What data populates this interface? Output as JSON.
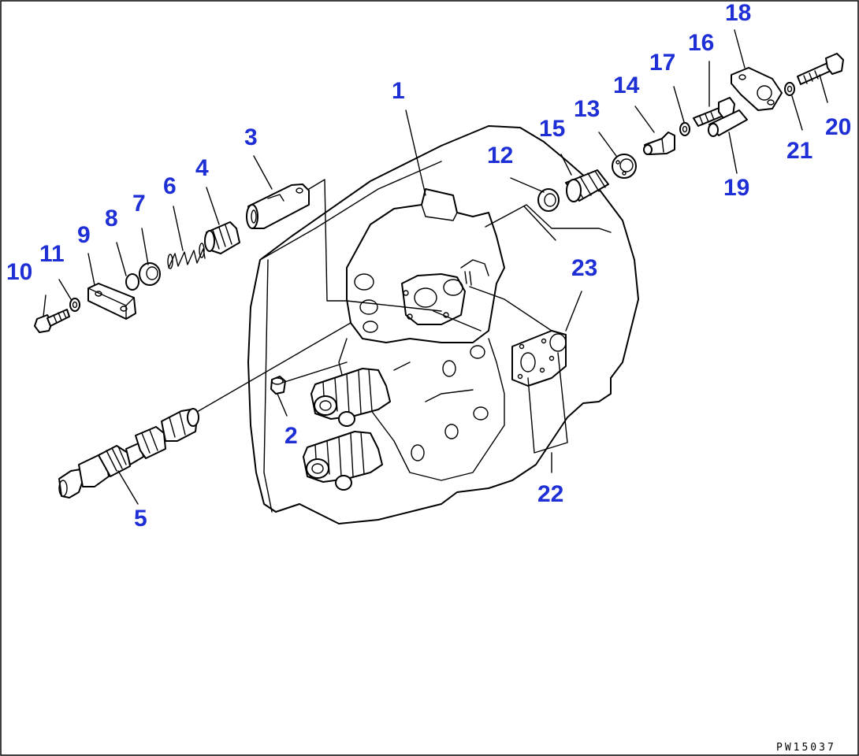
{
  "labels": {
    "l1": "1",
    "l2": "2",
    "l3": "3",
    "l4": "4",
    "l5": "5",
    "l6": "6",
    "l7": "7",
    "l8": "8",
    "l9": "9",
    "l10": "10",
    "l11": "11",
    "l12": "12",
    "l13": "13",
    "l14": "14",
    "l15": "15",
    "l16": "16",
    "l17": "17",
    "l18": "18",
    "l19": "19",
    "l20": "20",
    "l21": "21",
    "l22": "22",
    "l23": "23"
  },
  "drawing_code": "PW15037",
  "colors": {
    "label": "#1f2fd6",
    "line": "#000000",
    "background": "#ffffff"
  }
}
